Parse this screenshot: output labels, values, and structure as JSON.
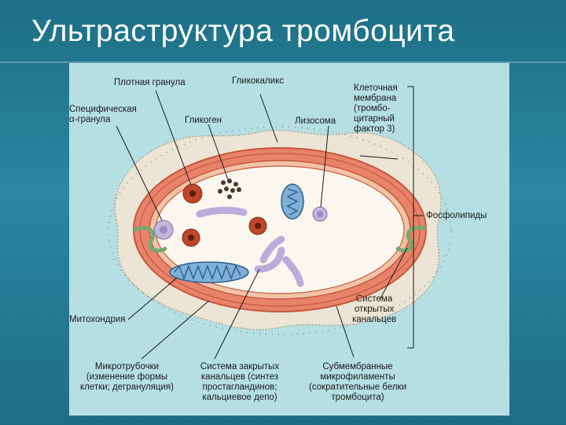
{
  "slide": {
    "title": "Ультраструктура тромбоцита"
  },
  "labels": {
    "dense_granule": "Плотная гранула",
    "glycocalyx": "Гликокаликс",
    "cell_membrane": [
      "Клеточная",
      "мембрана",
      "(тромбо-",
      "цитарный",
      "фактор 3)"
    ],
    "specific_granule": [
      "Специфическая",
      "α-гранула"
    ],
    "glycogen": "Гликоген",
    "lysosome": "Лизосома",
    "phospholipids": "Фосфолипиды",
    "open_canal_system": [
      "Система",
      "открытых",
      "канальцев"
    ],
    "mitochondrion": "Митохондрия",
    "microtubules": [
      "Микротрубочки",
      "(изменение формы",
      "клетки; дегрануляция)"
    ],
    "closed_canal_system": [
      "Система закрытых",
      "канальцев (синтез",
      "простагландинов;",
      "кальциевое депо)"
    ],
    "submembrane_microfilaments": [
      "Субмембранные",
      "микрофиламенты",
      "(сократительные белки",
      "тромбоцита)"
    ]
  },
  "colors": {
    "panel_background": "#b5dfe3",
    "glycocalyx_fill": "#ece4d5",
    "membrane_orange": "#e7836a",
    "membrane_dark": "#c4563d",
    "cytoplasm": "#fbf7ee",
    "dense_granule": "#c0452a",
    "alpha_granule": "#c2b6dc",
    "mitochondrion": "#7fb0d8",
    "canal": "#b8aedb"
  }
}
